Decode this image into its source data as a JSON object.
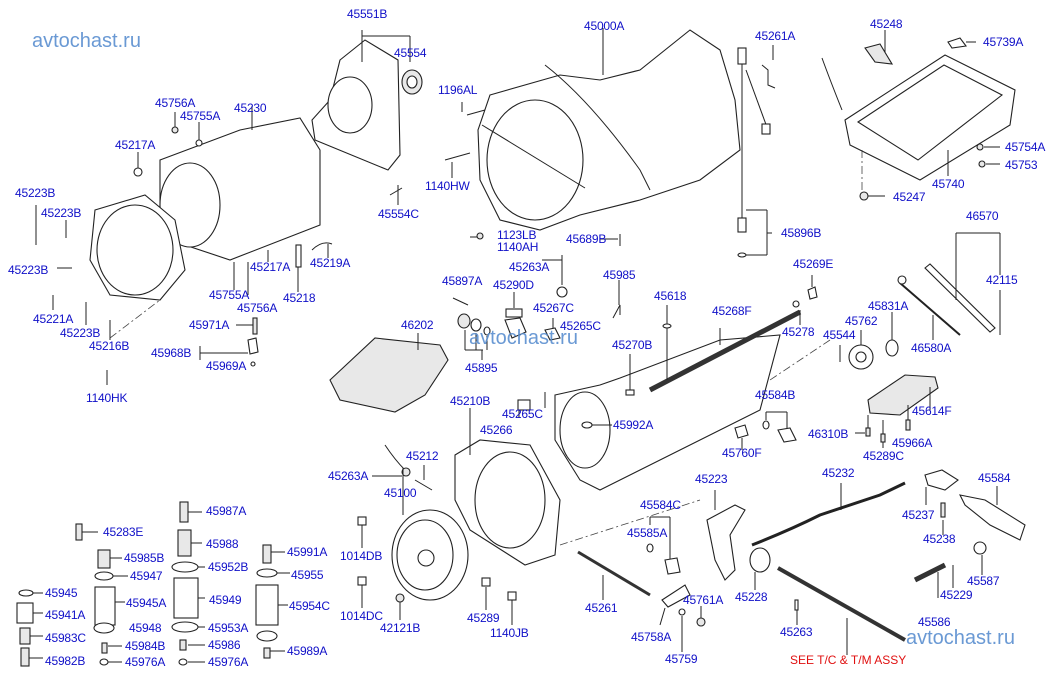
{
  "watermark": "avtochast.ru",
  "note": "SEE T/C & T/M ASSY",
  "colors": {
    "label": "#1010c8",
    "note": "#e01010",
    "watermark": "#5a8fd0"
  },
  "parts": {
    "p45551B": "45551B",
    "p45554": "45554",
    "p45554C": "45554C",
    "p45000A": "45000A",
    "p1196AL": "1196AL",
    "p1140HW": "1140HW",
    "p45261A": "45261A",
    "p45248": "45248",
    "p45739A": "45739A",
    "p45754A": "45754A",
    "p45753": "45753",
    "p45740": "45740",
    "p45247": "45247",
    "p45756A_1": "45756A",
    "p45755A_1": "45755A",
    "p45230": "45230",
    "p45217A_1": "45217A",
    "p45223B_1": "45223B",
    "p45223B_2": "45223B",
    "p45223B_3": "45223B",
    "p45223B_4": "45223B",
    "p45221A": "45221A",
    "p45216B": "45216B",
    "p1140HK": "1140HK",
    "p45217A_2": "45217A",
    "p45219A": "45219A",
    "p45755A_2": "45755A",
    "p45756A_2": "45756A",
    "p45218": "45218",
    "p45971A": "45971A",
    "p45968B": "45968B",
    "p45969A": "45969A",
    "p1123LB": "1123LB",
    "p1140AH": "1140AH",
    "p45689B": "45689B",
    "p45263A_1": "45263A",
    "p45985": "45985",
    "p45896B": "45896B",
    "p45269E": "45269E",
    "p46570": "46570",
    "p42115": "42115",
    "p45897A": "45897A",
    "p45290D": "45290D",
    "p45267C": "45267C",
    "p45265C_1": "45265C",
    "p45618": "45618",
    "p45268F": "45268F",
    "p45278": "45278",
    "p46202": "46202",
    "p45895": "45895",
    "p45270B": "45270B",
    "p45831A": "45831A",
    "p45762": "45762",
    "p45544": "45544",
    "p46580A": "46580A",
    "p45210B": "45210B",
    "p45265C_2": "45265C",
    "p45266": "45266",
    "p45992A": "45992A",
    "p45584B": "45584B",
    "p45614F": "45614F",
    "p46310B": "46310B",
    "p45966A": "45966A",
    "p45289C": "45289C",
    "p45760F": "45760F",
    "p45263A_2": "45263A",
    "p45212": "45212",
    "p45100": "45100",
    "p45223": "45223",
    "p45232": "45232",
    "p45237": "45237",
    "p45584": "45584",
    "p45238": "45238",
    "p45584C": "45584C",
    "p45585A": "45585A",
    "p1014DB": "1014DB",
    "p1014DC": "1014DC",
    "p42121B": "42121B",
    "p45289": "45289",
    "p1140JB": "1140JB",
    "p45261": "45261",
    "p45758A": "45758A",
    "p45759": "45759",
    "p45761A": "45761A",
    "p45228": "45228",
    "p45263": "45263",
    "p45229": "45229",
    "p45586": "45586",
    "p45587": "45587",
    "p45283E": "45283E",
    "p45987A": "45987A",
    "p45988": "45988",
    "p45985B": "45985B",
    "p45952B": "45952B",
    "p45991A": "45991A",
    "p45947": "45947",
    "p45955": "45955",
    "p45945": "45945",
    "p45945A": "45945A",
    "p45949": "45949",
    "p45954C": "45954C",
    "p45941A": "45941A",
    "p45948": "45948",
    "p45953A": "45953A",
    "p45983C": "45983C",
    "p45984B": "45984B",
    "p45986": "45986",
    "p45989A": "45989A",
    "p45982B": "45982B",
    "p45976A_1": "45976A",
    "p45976A_2": "45976A"
  }
}
